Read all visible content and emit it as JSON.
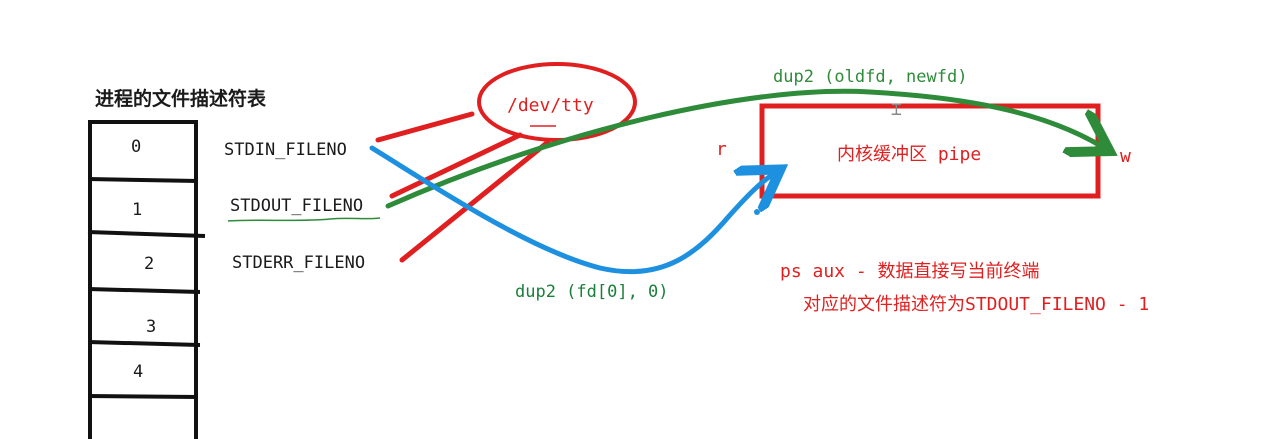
{
  "table": {
    "title": "进程的文件描述符表",
    "indices": [
      "0",
      "1",
      "2",
      "3",
      "4"
    ]
  },
  "fd_labels": {
    "stdin": "STDIN_FILENO",
    "stdout": "STDOUT_FILENO",
    "stderr": "STDERR_FILENO"
  },
  "tty": {
    "label": "/dev/tty"
  },
  "pipe": {
    "label": "内核缓冲区 pipe",
    "read_end": "r",
    "write_end": "w"
  },
  "arrows": {
    "green_label": "dup2 (oldfd,  newfd)",
    "blue_label": "dup2 (fd[0], 0)"
  },
  "notes": {
    "line1": "ps aux - 数据直接写当前终端",
    "line2": "对应的文件描述符为STDOUT_FILENO - 1"
  },
  "colors": {
    "red": "#e02020",
    "green": "#2e8b3a",
    "blue": "#1e90e0",
    "black": "#111111"
  }
}
